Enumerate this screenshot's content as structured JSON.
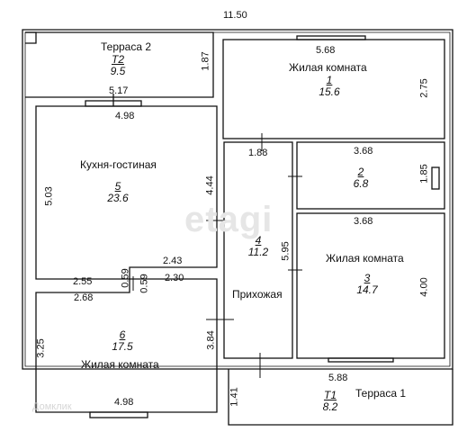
{
  "overall_width": "11.50",
  "watermark": "etagi",
  "logo_text": "Домклик",
  "rooms": [
    {
      "key": "terrace2",
      "name": "Терраса 2",
      "number": "Т2",
      "area": "9.5"
    },
    {
      "key": "living1",
      "name": "Жилая комната",
      "number": "1",
      "area": "15.6"
    },
    {
      "key": "kitchen",
      "name": "Кухня-гостиная",
      "number": "5",
      "area": "23.6"
    },
    {
      "key": "room2",
      "name": "",
      "number": "2",
      "area": "6.8"
    },
    {
      "key": "hall",
      "name": "Прихожая",
      "number": "4",
      "area": "11.2"
    },
    {
      "key": "living3",
      "name": "Жилая комната",
      "number": "3",
      "area": "14.7"
    },
    {
      "key": "living6",
      "name": "Жилая комната",
      "number": "6",
      "area": "17.5"
    },
    {
      "key": "terrace1",
      "name": "Терраса 1",
      "number": "Т1",
      "area": "8.2"
    }
  ],
  "dims": {
    "t2_height": "1.87",
    "r1_top": "5.68",
    "r1_height": "2.75",
    "top_517": "5.17",
    "k_top": "4.98",
    "k_left": "5.03",
    "k_right": "4.44",
    "hall_top": "1.88",
    "r2_top": "3.68",
    "r2_height": "1.85",
    "r3_top": "3.68",
    "hall_height": "5.95",
    "r3_right": "4.00",
    "step_243": "2.43",
    "step_230": "2.30",
    "step_255": "2.55",
    "step_268": "2.68",
    "step_059a": "0.59",
    "step_059b": "0.59",
    "r6_left": "3.25",
    "r6_right": "3.84",
    "r6_bottom": "4.98",
    "t1_top": "5.88",
    "t1_height": "1.41"
  }
}
